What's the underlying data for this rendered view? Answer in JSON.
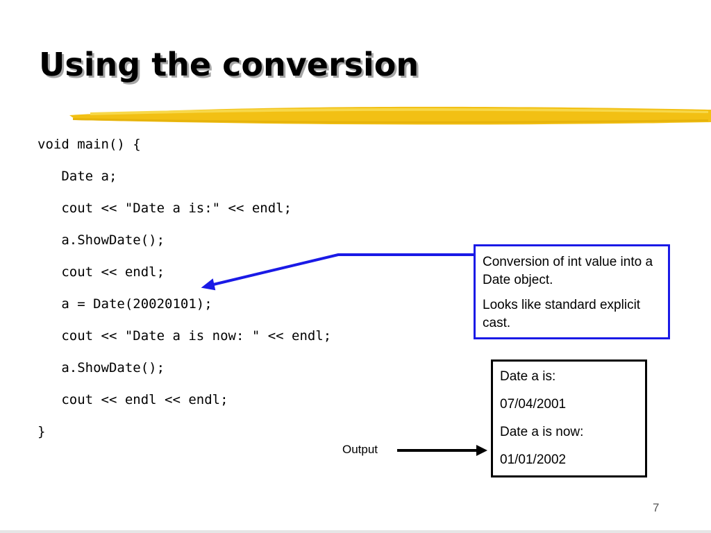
{
  "slide": {
    "title": "Using the conversion",
    "page_number": "7",
    "accent_color": "#f2c014"
  },
  "code": [
    "void main() {",
    "   Date a;",
    "   cout << \"Date a is:\" << endl;",
    "   a.ShowDate();",
    "   cout << endl;",
    "   a = Date(20020101);",
    "   cout << \"Date a is now: \" << endl;",
    "   a.ShowDate();",
    "   cout << endl << endl;",
    "}"
  ],
  "callout": {
    "line1": "Conversion of int value into a Date object.",
    "line2": "Looks like standard explicit cast.",
    "border_color": "#1a1ae6"
  },
  "output": {
    "label": "Output",
    "lines": [
      "Date a is:",
      "07/04/2001",
      "Date a is now:",
      "01/01/2002"
    ]
  }
}
